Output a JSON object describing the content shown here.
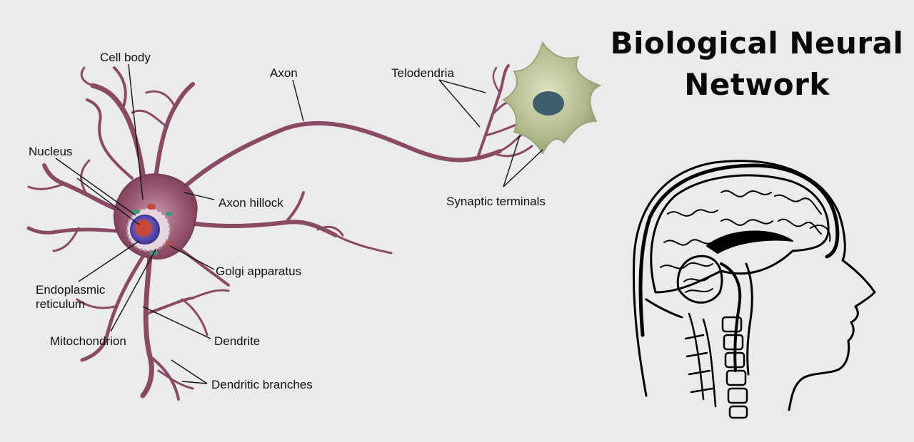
{
  "title": {
    "line1": "Biological Neural",
    "line2": "Network"
  },
  "labels": {
    "cell_body": "Cell body",
    "axon": "Axon",
    "telodendria": "Telodendria",
    "nucleus": "Nucleus",
    "axon_hillock": "Axon hillock",
    "synaptic_terminals": "Synaptic terminals",
    "golgi_apparatus": "Golgi apparatus",
    "endoplasmic_1": "Endoplasmic",
    "endoplasmic_2": "reticulum",
    "mitochondrion": "Mitochondrion",
    "dendrite": "Dendrite",
    "dendritic_branches": "Dendritic branches"
  },
  "colors": {
    "background": "#ebebeb",
    "neuron": "#8a4a63",
    "neuron_light": "#b07a90",
    "nucleus": "#5a4aa8",
    "target_cell": "#b9c29a",
    "target_nucleus": "#3f5d6a",
    "ink": "#111111"
  }
}
